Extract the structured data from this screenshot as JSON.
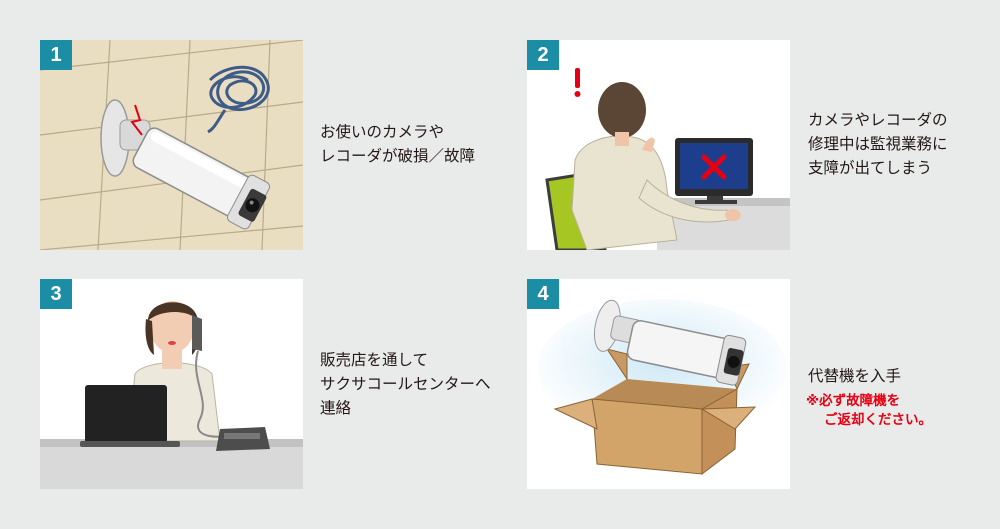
{
  "steps": [
    {
      "number": "1",
      "lines": [
        "お使いのカメラや",
        "レコーダが破損／故障"
      ]
    },
    {
      "number": "2",
      "lines": [
        "カメラやレコーダの",
        "修理中は監視業務に",
        "支障が出てしまう"
      ]
    },
    {
      "number": "3",
      "lines": [
        "販売店を通して",
        "サクサコールセンターへ",
        "連絡"
      ]
    },
    {
      "number": "4",
      "lines": [
        "代替機を入手"
      ],
      "note": [
        "※必ず故障機を",
        "ご返却ください。"
      ]
    }
  ],
  "icons": {
    "p1": [
      "broken-camera-icon",
      "scribble-damage-icon",
      "broken-wire-icon"
    ],
    "p2": [
      "exclamation-icon",
      "error-x-icon",
      "monitor-icon",
      "office-worker-icon",
      "chair-icon"
    ],
    "p3": [
      "phone-operator-icon",
      "laptop-icon",
      "desk-phone-icon"
    ],
    "p4": [
      "replacement-camera-icon",
      "cardboard-box-icon"
    ]
  },
  "colors": {
    "background": "#e9eaea",
    "badge": "#1b8ea5",
    "note": "#e60012",
    "wall": "#e9dec2",
    "chair": "#a6c623"
  }
}
